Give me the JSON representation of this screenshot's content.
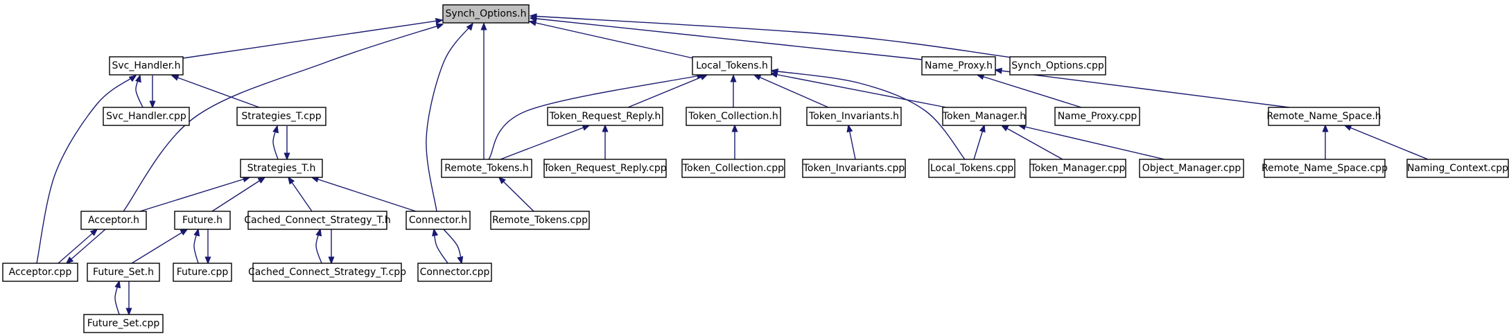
{
  "diagram": {
    "root": "synch-options-h",
    "nodes": [
      {
        "id": "synch-options-h",
        "label": "Synch_Options.h"
      },
      {
        "id": "svc-handler-h",
        "label": "Svc_Handler.h"
      },
      {
        "id": "local-tokens-h",
        "label": "Local_Tokens.h"
      },
      {
        "id": "name-proxy-h",
        "label": "Name_Proxy.h"
      },
      {
        "id": "synch-options-cpp",
        "label": "Synch_Options.cpp"
      },
      {
        "id": "svc-handler-cpp",
        "label": "Svc_Handler.cpp"
      },
      {
        "id": "strategies-t-cpp",
        "label": "Strategies_T.cpp"
      },
      {
        "id": "token-request-reply-h",
        "label": "Token_Request_Reply.h"
      },
      {
        "id": "token-collection-h",
        "label": "Token_Collection.h"
      },
      {
        "id": "token-invariants-h",
        "label": "Token_Invariants.h"
      },
      {
        "id": "token-manager-h",
        "label": "Token_Manager.h"
      },
      {
        "id": "name-proxy-cpp",
        "label": "Name_Proxy.cpp"
      },
      {
        "id": "remote-name-space-h",
        "label": "Remote_Name_Space.h"
      },
      {
        "id": "strategies-t-h",
        "label": "Strategies_T.h"
      },
      {
        "id": "remote-tokens-h",
        "label": "Remote_Tokens.h"
      },
      {
        "id": "token-request-reply-cpp",
        "label": "Token_Request_Reply.cpp"
      },
      {
        "id": "token-collection-cpp",
        "label": "Token_Collection.cpp"
      },
      {
        "id": "token-invariants-cpp",
        "label": "Token_Invariants.cpp"
      },
      {
        "id": "local-tokens-cpp",
        "label": "Local_Tokens.cpp"
      },
      {
        "id": "token-manager-cpp",
        "label": "Token_Manager.cpp"
      },
      {
        "id": "object-manager-cpp",
        "label": "Object_Manager.cpp"
      },
      {
        "id": "remote-name-space-cpp",
        "label": "Remote_Name_Space.cpp"
      },
      {
        "id": "naming-context-cpp",
        "label": "Naming_Context.cpp"
      },
      {
        "id": "acceptor-h",
        "label": "Acceptor.h"
      },
      {
        "id": "future-h",
        "label": "Future.h"
      },
      {
        "id": "cached-connect-strategy-t-h",
        "label": "Cached_Connect_Strategy_T.h"
      },
      {
        "id": "connector-h",
        "label": "Connector.h"
      },
      {
        "id": "remote-tokens-cpp",
        "label": "Remote_Tokens.cpp"
      },
      {
        "id": "acceptor-cpp",
        "label": "Acceptor.cpp"
      },
      {
        "id": "future-set-h",
        "label": "Future_Set.h"
      },
      {
        "id": "future-cpp",
        "label": "Future.cpp"
      },
      {
        "id": "cached-connect-strategy-t-cpp",
        "label": "Cached_Connect_Strategy_T.cpp"
      },
      {
        "id": "connector-cpp",
        "label": "Connector.cpp"
      },
      {
        "id": "future-set-cpp",
        "label": "Future_Set.cpp"
      }
    ],
    "edges": [
      {
        "from": "svc-handler-h",
        "to": "synch-options-h"
      },
      {
        "from": "acceptor-h",
        "to": "synch-options-h"
      },
      {
        "from": "connector-h",
        "to": "synch-options-h"
      },
      {
        "from": "remote-tokens-h",
        "to": "synch-options-h"
      },
      {
        "from": "local-tokens-h",
        "to": "synch-options-h"
      },
      {
        "from": "name-proxy-h",
        "to": "synch-options-h"
      },
      {
        "from": "synch-options-cpp",
        "to": "synch-options-h"
      },
      {
        "from": "svc-handler-cpp",
        "to": "svc-handler-h"
      },
      {
        "from": "strategies-t-cpp",
        "to": "svc-handler-h"
      },
      {
        "from": "acceptor-cpp",
        "to": "svc-handler-h"
      },
      {
        "from": "svc-handler-h",
        "to": "svc-handler-cpp"
      },
      {
        "from": "strategies-t-h",
        "to": "strategies-t-cpp"
      },
      {
        "from": "strategies-t-cpp",
        "to": "strategies-t-h"
      },
      {
        "from": "acceptor-h",
        "to": "strategies-t-h"
      },
      {
        "from": "future-h",
        "to": "strategies-t-h"
      },
      {
        "from": "cached-connect-strategy-t-h",
        "to": "strategies-t-h"
      },
      {
        "from": "connector-h",
        "to": "strategies-t-h"
      },
      {
        "from": "acceptor-cpp",
        "to": "acceptor-h"
      },
      {
        "from": "acceptor-h",
        "to": "acceptor-cpp"
      },
      {
        "from": "future-set-h",
        "to": "future-h"
      },
      {
        "from": "future-cpp",
        "to": "future-h"
      },
      {
        "from": "future-h",
        "to": "future-cpp"
      },
      {
        "from": "future-set-cpp",
        "to": "future-set-h"
      },
      {
        "from": "future-set-h",
        "to": "future-set-cpp"
      },
      {
        "from": "cached-connect-strategy-t-cpp",
        "to": "cached-connect-strategy-t-h"
      },
      {
        "from": "cached-connect-strategy-t-h",
        "to": "cached-connect-strategy-t-cpp"
      },
      {
        "from": "connector-cpp",
        "to": "connector-h"
      },
      {
        "from": "connector-h",
        "to": "connector-cpp"
      },
      {
        "from": "remote-tokens-h",
        "to": "local-tokens-h"
      },
      {
        "from": "token-request-reply-h",
        "to": "local-tokens-h"
      },
      {
        "from": "token-collection-h",
        "to": "local-tokens-h"
      },
      {
        "from": "token-invariants-h",
        "to": "local-tokens-h"
      },
      {
        "from": "token-manager-h",
        "to": "local-tokens-h"
      },
      {
        "from": "local-tokens-cpp",
        "to": "local-tokens-h"
      },
      {
        "from": "remote-tokens-h",
        "to": "token-request-reply-h"
      },
      {
        "from": "token-request-reply-cpp",
        "to": "token-request-reply-h"
      },
      {
        "from": "remote-tokens-cpp",
        "to": "remote-tokens-h"
      },
      {
        "from": "token-collection-cpp",
        "to": "token-collection-h"
      },
      {
        "from": "token-invariants-cpp",
        "to": "token-invariants-h"
      },
      {
        "from": "local-tokens-cpp",
        "to": "token-manager-h"
      },
      {
        "from": "token-manager-cpp",
        "to": "token-manager-h"
      },
      {
        "from": "object-manager-cpp",
        "to": "token-manager-h"
      },
      {
        "from": "name-proxy-cpp",
        "to": "name-proxy-h"
      },
      {
        "from": "remote-name-space-h",
        "to": "name-proxy-h"
      },
      {
        "from": "remote-name-space-cpp",
        "to": "remote-name-space-h"
      },
      {
        "from": "naming-context-cpp",
        "to": "remote-name-space-h"
      }
    ]
  }
}
